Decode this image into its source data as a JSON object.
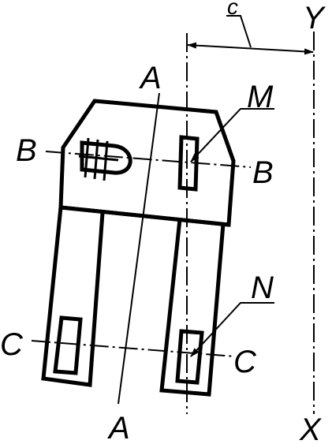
{
  "labels": {
    "a_top": "A",
    "a_bottom": "A",
    "b_left": "B",
    "b_right": "B",
    "c_left": "C",
    "c_right": "C",
    "m": "M",
    "n": "N",
    "y": "Y",
    "x": "X",
    "dim_c": "c"
  },
  "colors": {
    "ink": "#000000",
    "paper": "#ffffff"
  }
}
